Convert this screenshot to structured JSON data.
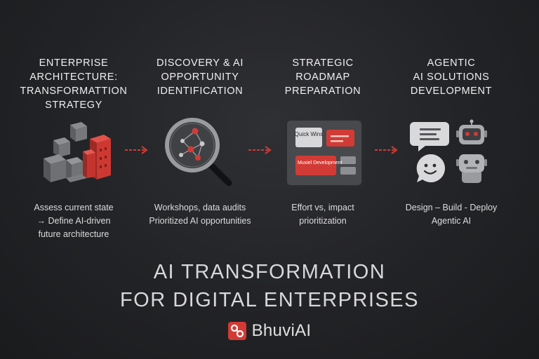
{
  "steps": [
    {
      "title_lines": [
        "ENTERPRISE",
        "ARCHITECTURE:",
        "TRANSFORMATTION",
        "STRATEGY"
      ],
      "icon": "cubes-icon",
      "desc_lines": [
        "Assess current state",
        "→ Define AI-driven",
        "future architecture"
      ]
    },
    {
      "title_lines": [
        "DISCOVERY & AI",
        "OPPORTUNITY",
        "IDENTIFICATION"
      ],
      "icon": "magnifier-network-icon",
      "desc_lines": [
        "Workshops, data audits",
        "Prioritized AI opportunities"
      ]
    },
    {
      "title_lines": [
        "STRATEGIC",
        "ROADMAP",
        "PREPARATION"
      ],
      "icon": "roadmap-board-icon",
      "board": {
        "quick_wins": "Quick Wins",
        "development": "Muxiel Development"
      },
      "desc_lines": [
        "Effort vs, impact",
        "prioritization"
      ]
    },
    {
      "title_lines": [
        "AGENTIC",
        "AI SOLUTIONS",
        "DEVELOPMENT"
      ],
      "icon": "chat-robot-icon",
      "desc_lines": [
        "Design – Build - Deploy",
        "Agentic AI"
      ]
    }
  ],
  "headline": {
    "line1": "AI TRANSFORMATION",
    "line2": "FOR DIGITAL ENTERPRISES"
  },
  "brand": {
    "name": "BhuviAI",
    "icon": "logo-icon"
  },
  "colors": {
    "accent": "#d23b35",
    "background": "#232427",
    "text": "#e9e9ea"
  }
}
